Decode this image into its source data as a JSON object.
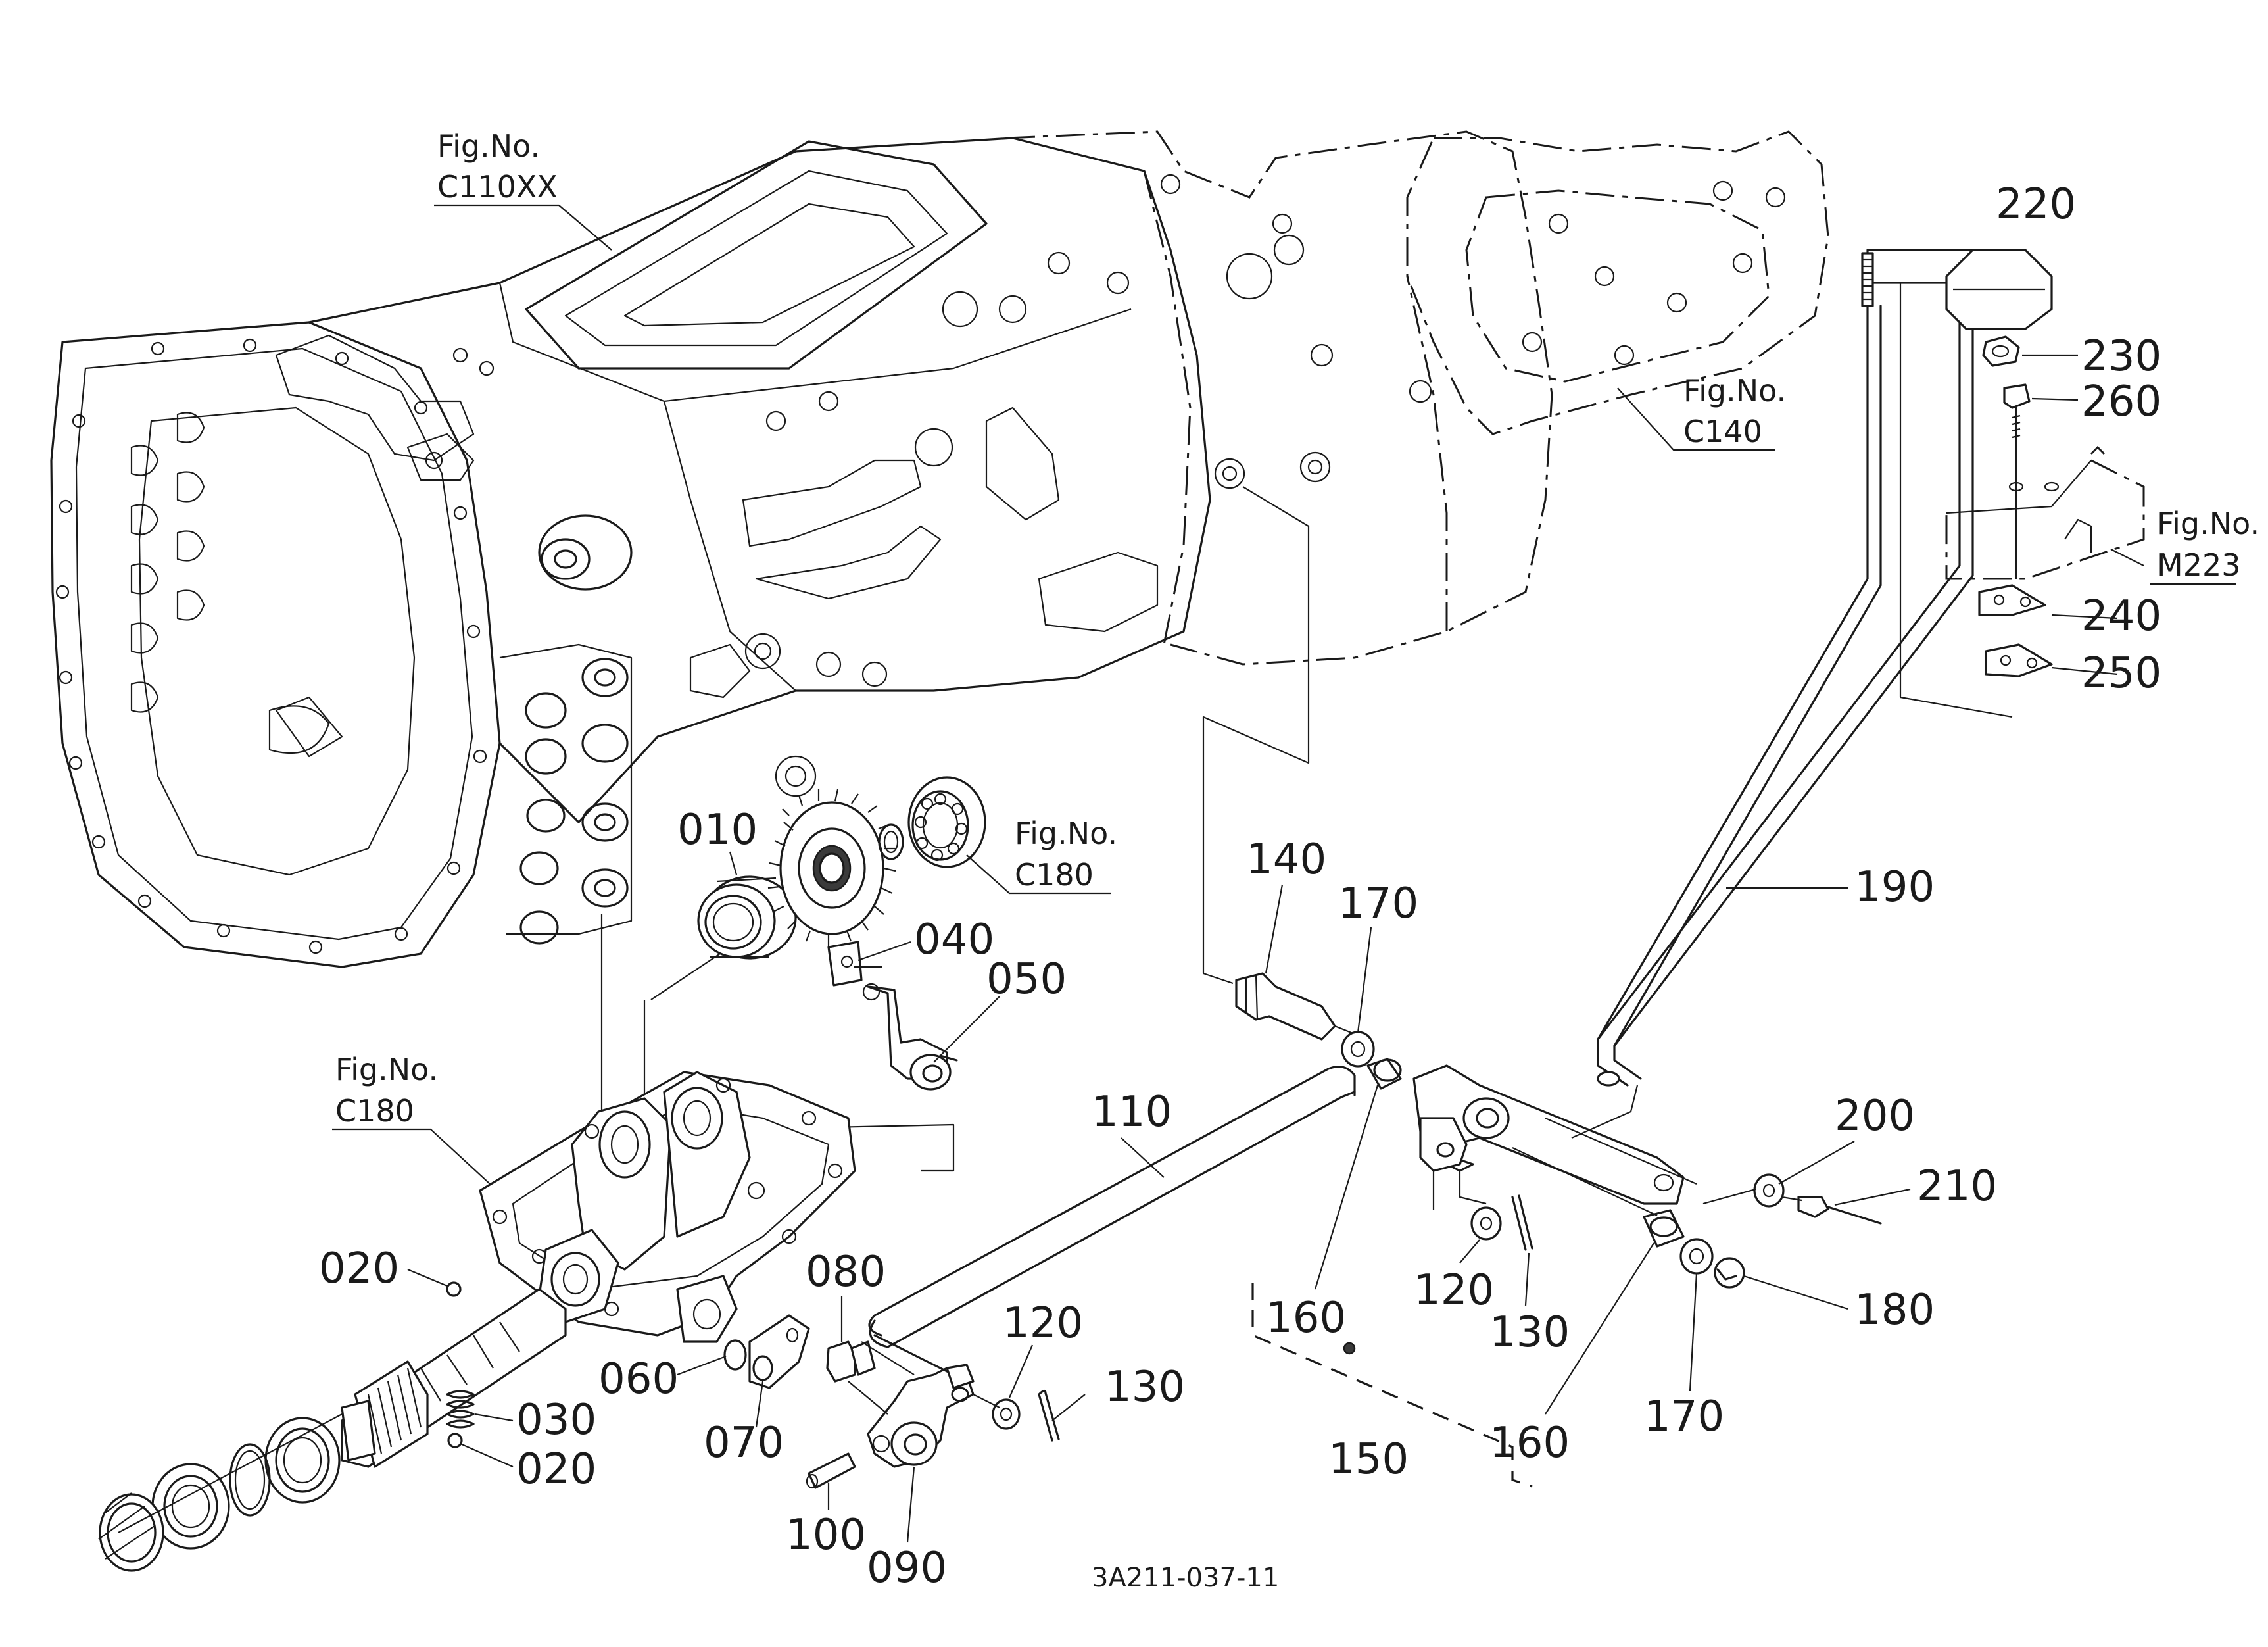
{
  "diagram_code": "3A211-037-11",
  "figure_refs": [
    {
      "id": "C110XX",
      "title": "Fig.No.",
      "code": "C110XX"
    },
    {
      "id": "C140",
      "title": "Fig.No.",
      "code": "C140"
    },
    {
      "id": "M223",
      "title": "Fig.No.",
      "code": "M223"
    },
    {
      "id": "C180-upper",
      "title": "Fig.No.",
      "code": "C180"
    },
    {
      "id": "C180-lower",
      "title": "Fig.No.",
      "code": "C180"
    }
  ],
  "part_callouts": [
    {
      "id": "p010",
      "label": "010"
    },
    {
      "id": "p020a",
      "label": "020"
    },
    {
      "id": "p020b",
      "label": "020"
    },
    {
      "id": "p030",
      "label": "030"
    },
    {
      "id": "p040",
      "label": "040"
    },
    {
      "id": "p050",
      "label": "050"
    },
    {
      "id": "p060",
      "label": "060"
    },
    {
      "id": "p070",
      "label": "070"
    },
    {
      "id": "p080",
      "label": "080"
    },
    {
      "id": "p090",
      "label": "090"
    },
    {
      "id": "p100",
      "label": "100"
    },
    {
      "id": "p110",
      "label": "110"
    },
    {
      "id": "p120a",
      "label": "120"
    },
    {
      "id": "p120b",
      "label": "120"
    },
    {
      "id": "p130a",
      "label": "130"
    },
    {
      "id": "p130b",
      "label": "130"
    },
    {
      "id": "p140",
      "label": "140"
    },
    {
      "id": "p150",
      "label": "150"
    },
    {
      "id": "p160a",
      "label": "160"
    },
    {
      "id": "p160b",
      "label": "160"
    },
    {
      "id": "p170a",
      "label": "170"
    },
    {
      "id": "p170b",
      "label": "170"
    },
    {
      "id": "p180",
      "label": "180"
    },
    {
      "id": "p190",
      "label": "190"
    },
    {
      "id": "p200",
      "label": "200"
    },
    {
      "id": "p210",
      "label": "210"
    },
    {
      "id": "p220",
      "label": "220"
    },
    {
      "id": "p230",
      "label": "230"
    },
    {
      "id": "p240",
      "label": "240"
    },
    {
      "id": "p250",
      "label": "250"
    },
    {
      "id": "p260",
      "label": "260"
    }
  ]
}
